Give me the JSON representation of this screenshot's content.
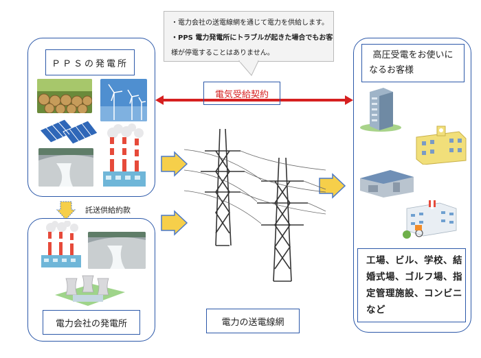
{
  "callout": {
    "line1": "・電力会社の送電線網を通じて電力を供給します。",
    "line2": "・PPS 電力発電所にトラブルが起きた場合でもお客",
    "line3": "様が停電することはありません。"
  },
  "pps": {
    "title": "ＰＰＳの発電所"
  },
  "contract": {
    "label": "電気受給契約",
    "color": "#d62020"
  },
  "consignment": {
    "label": "託送供給約款"
  },
  "utility": {
    "title": "電力会社の発電所"
  },
  "grid": {
    "label": "電力の送電線網"
  },
  "customers": {
    "title_line1": "高圧受電をお使いに",
    "title_line2": "なるお客様",
    "list_line1": "工場、ビル、学校、結",
    "list_line2": "婚式場、ゴルフ場、指",
    "list_line3": "定管理施設、コンビニ",
    "list_line4": "など"
  },
  "colors": {
    "frame": "#2a57a8",
    "arrow_fill": "#f6cf4a",
    "arrow_stroke": "#4a78c8"
  },
  "icons": [
    "lumber-icon",
    "wind-turbine-icon",
    "solar-panel-icon",
    "factory-icon",
    "dam-icon",
    "transmission-tower-icon",
    "office-building-icon",
    "school-icon",
    "warehouse-icon",
    "hospital-icon"
  ]
}
